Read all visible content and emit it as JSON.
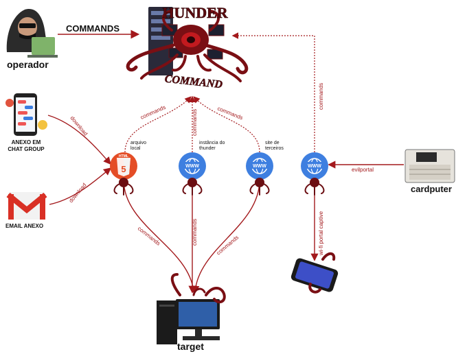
{
  "logo": {
    "text_top": "HUNDER",
    "text_bottom": "COMMAND"
  },
  "nodes": {
    "operator": "operador",
    "cardputer": "cardputer",
    "target": "target",
    "chat_attachment": "ANEXO EM\nCHAT GROUP",
    "email_attachment": "EMAIL ANEXO",
    "local_file": "arquivo\nlocal",
    "thunder_instance": "instância do\nthunder",
    "third_party_site": "site de\nterceiros"
  },
  "badges": {
    "html": "HTML",
    "html_number": "5",
    "www": "WWW"
  },
  "edges": {
    "commands_main": "COMMANDS",
    "commands": "commands",
    "download": "download",
    "evilportal": "evilportal",
    "wifi_captive": "wi-fi portal captive"
  },
  "colors": {
    "accent": "#a3191c",
    "dark_red": "#5e0b0f",
    "www_blue": "#3e7fe0",
    "html_orange": "#e44d26"
  }
}
